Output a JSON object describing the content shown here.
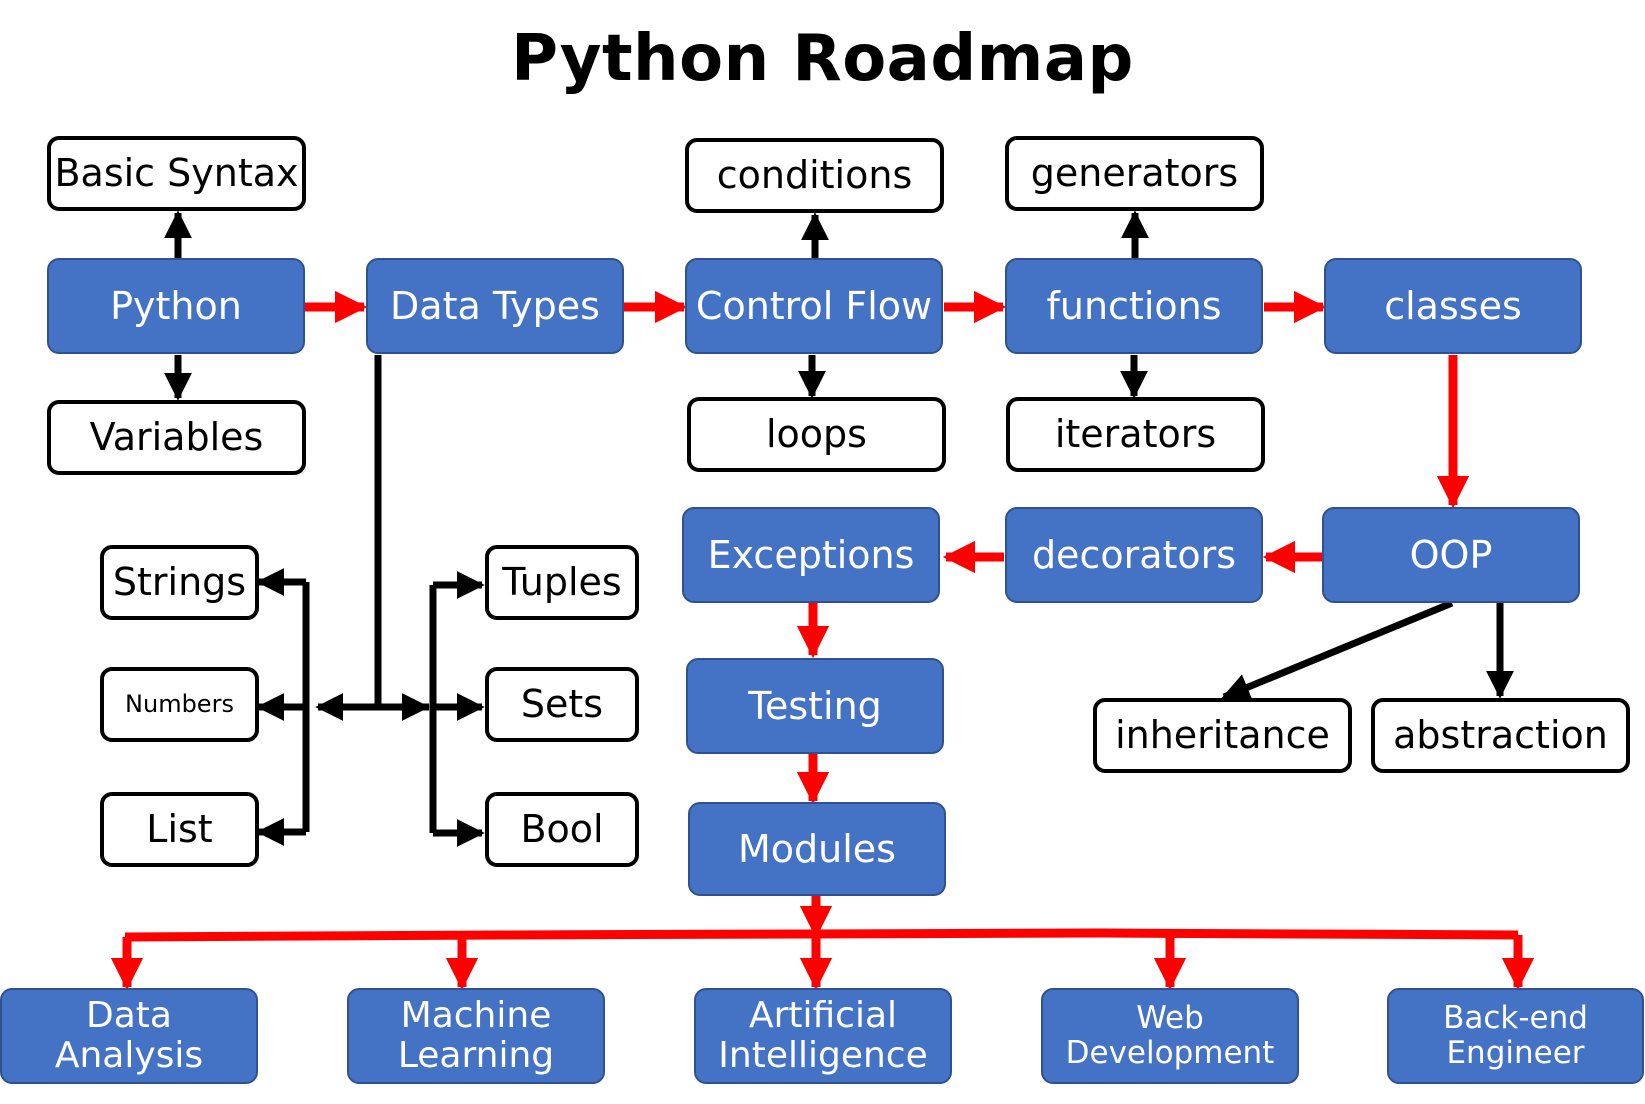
{
  "title": "Python Roadmap",
  "main_nodes": {
    "python": "Python",
    "data_types": "Data Types",
    "control_flow": "Control Flow",
    "functions": "functions",
    "classes": "classes",
    "oop": "OOP",
    "decorators": "decorators",
    "exceptions": "Exceptions",
    "testing": "Testing",
    "modules": "Modules"
  },
  "sub_nodes": {
    "basic_syntax": "Basic Syntax",
    "variables": "Variables",
    "conditions": "conditions",
    "loops": "loops",
    "generators": "generators",
    "iterators": "iterators",
    "strings": "Strings",
    "numbers": "Numbers",
    "list": "List",
    "tuples": "Tuples",
    "sets": "Sets",
    "bool": "Bool",
    "inheritance": "inheritance",
    "abstraction": "abstraction"
  },
  "careers": {
    "data_analysis_1": "Data",
    "data_analysis_2": "Analysis",
    "machine_learning_1": "Machine",
    "machine_learning_2": "Learning",
    "ai_1": "Artificial",
    "ai_2": "Intelligence",
    "web_dev_1": "Web",
    "web_dev_2": "Development",
    "backend_1": "Back-end",
    "backend_2": "Engineer"
  },
  "colors": {
    "main_fill": "#4472c4",
    "main_border": "#2f528f",
    "path_arrow": "#ff0000",
    "branch_arrow": "#000000"
  }
}
